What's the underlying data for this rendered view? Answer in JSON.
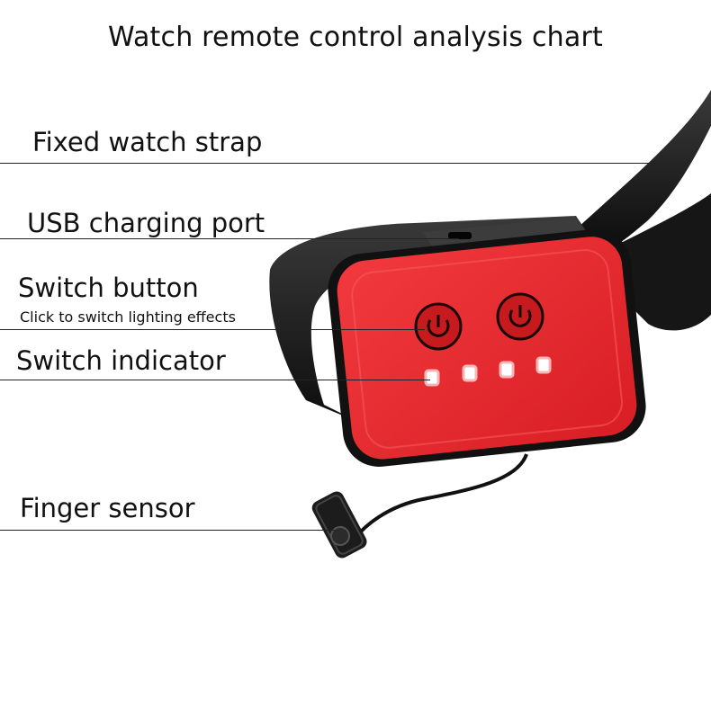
{
  "title": "Watch remote control analysis chart",
  "labels": {
    "strap": "Fixed watch strap",
    "usb": "USB charging port",
    "button": "Switch button",
    "button_note": "Click to switch lighting effects",
    "indicator": "Switch indicator",
    "sensor": "Finger sensor"
  },
  "colors": {
    "body_red": "#e8262b",
    "strap_black": "#1b1b1b",
    "indicator_white": "#ffffff"
  }
}
